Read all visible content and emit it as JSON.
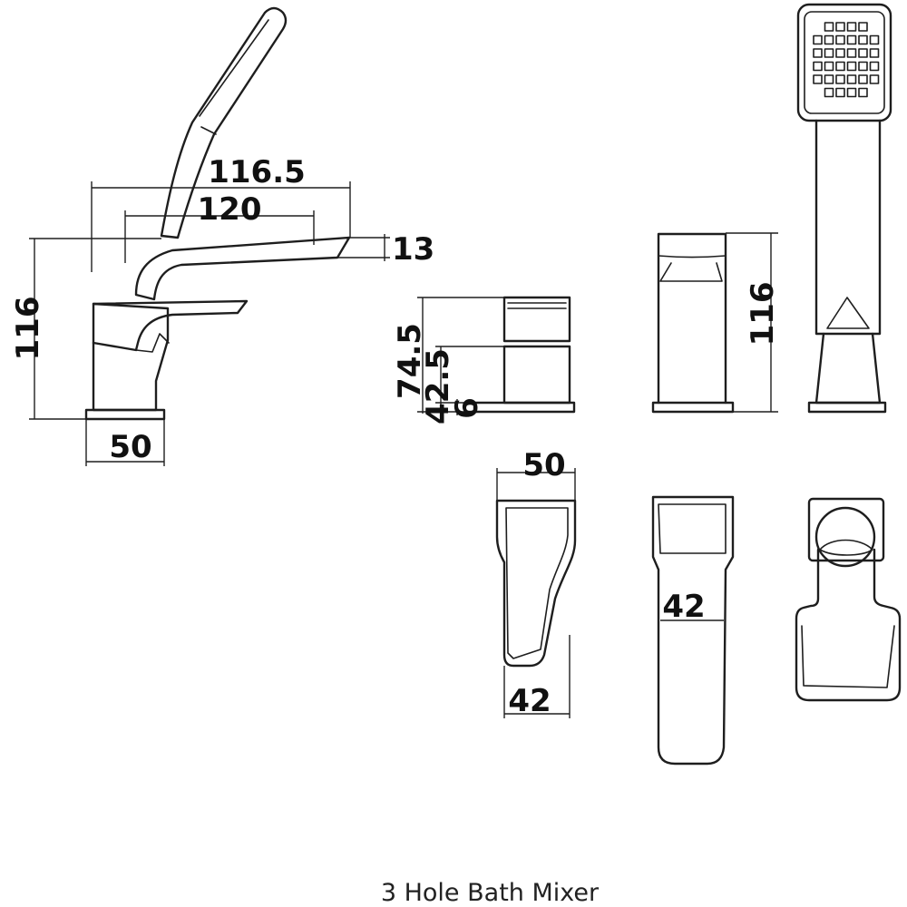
{
  "caption": "3 Hole Bath Mixer",
  "side_view": {
    "dim_overall_length": "116.5",
    "dim_spout_length": "120",
    "dim_spout_height": "13",
    "dim_height": "116",
    "dim_base": "50"
  },
  "lever_elevation": {
    "dim_total": "74.5",
    "dim_mid": "42.5",
    "dim_base": "6"
  },
  "spout_elevation": {
    "dim_height": "116"
  },
  "plan_lever": {
    "dim_top": "50",
    "dim_bottom": "42"
  },
  "plan_spout": {
    "dim_width": "42"
  }
}
